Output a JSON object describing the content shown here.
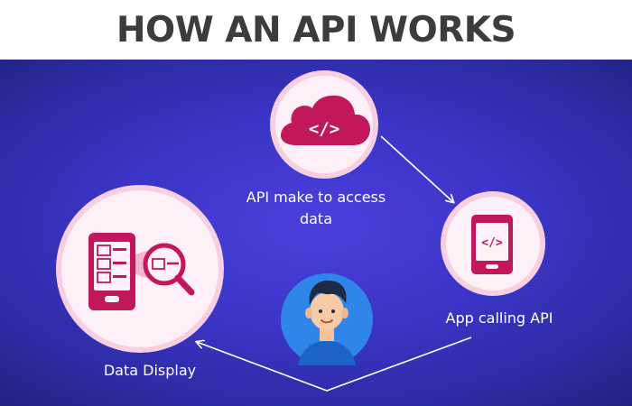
{
  "title": "HOW AN API WORKS",
  "nodes": {
    "cloud": {
      "label": "API make to access data",
      "code_glyph": "</>"
    },
    "app": {
      "label": "App calling API",
      "code_glyph": "</>"
    },
    "display": {
      "label": "Data Display"
    },
    "user": {}
  },
  "colors": {
    "background_center": "#4a3fdc",
    "background_edge": "#22237f",
    "circle_fill": "#fdf0f6",
    "circle_ring": "#f7cfe2",
    "accent": "#c2185b",
    "user_circle": "#2f86e8",
    "text": "#ffffff",
    "title": "#3c3c3c"
  },
  "icons": [
    "cloud-icon",
    "smartphone-icon",
    "tablet-icon",
    "magnifier-icon",
    "user-avatar-icon",
    "arrow-icon"
  ]
}
